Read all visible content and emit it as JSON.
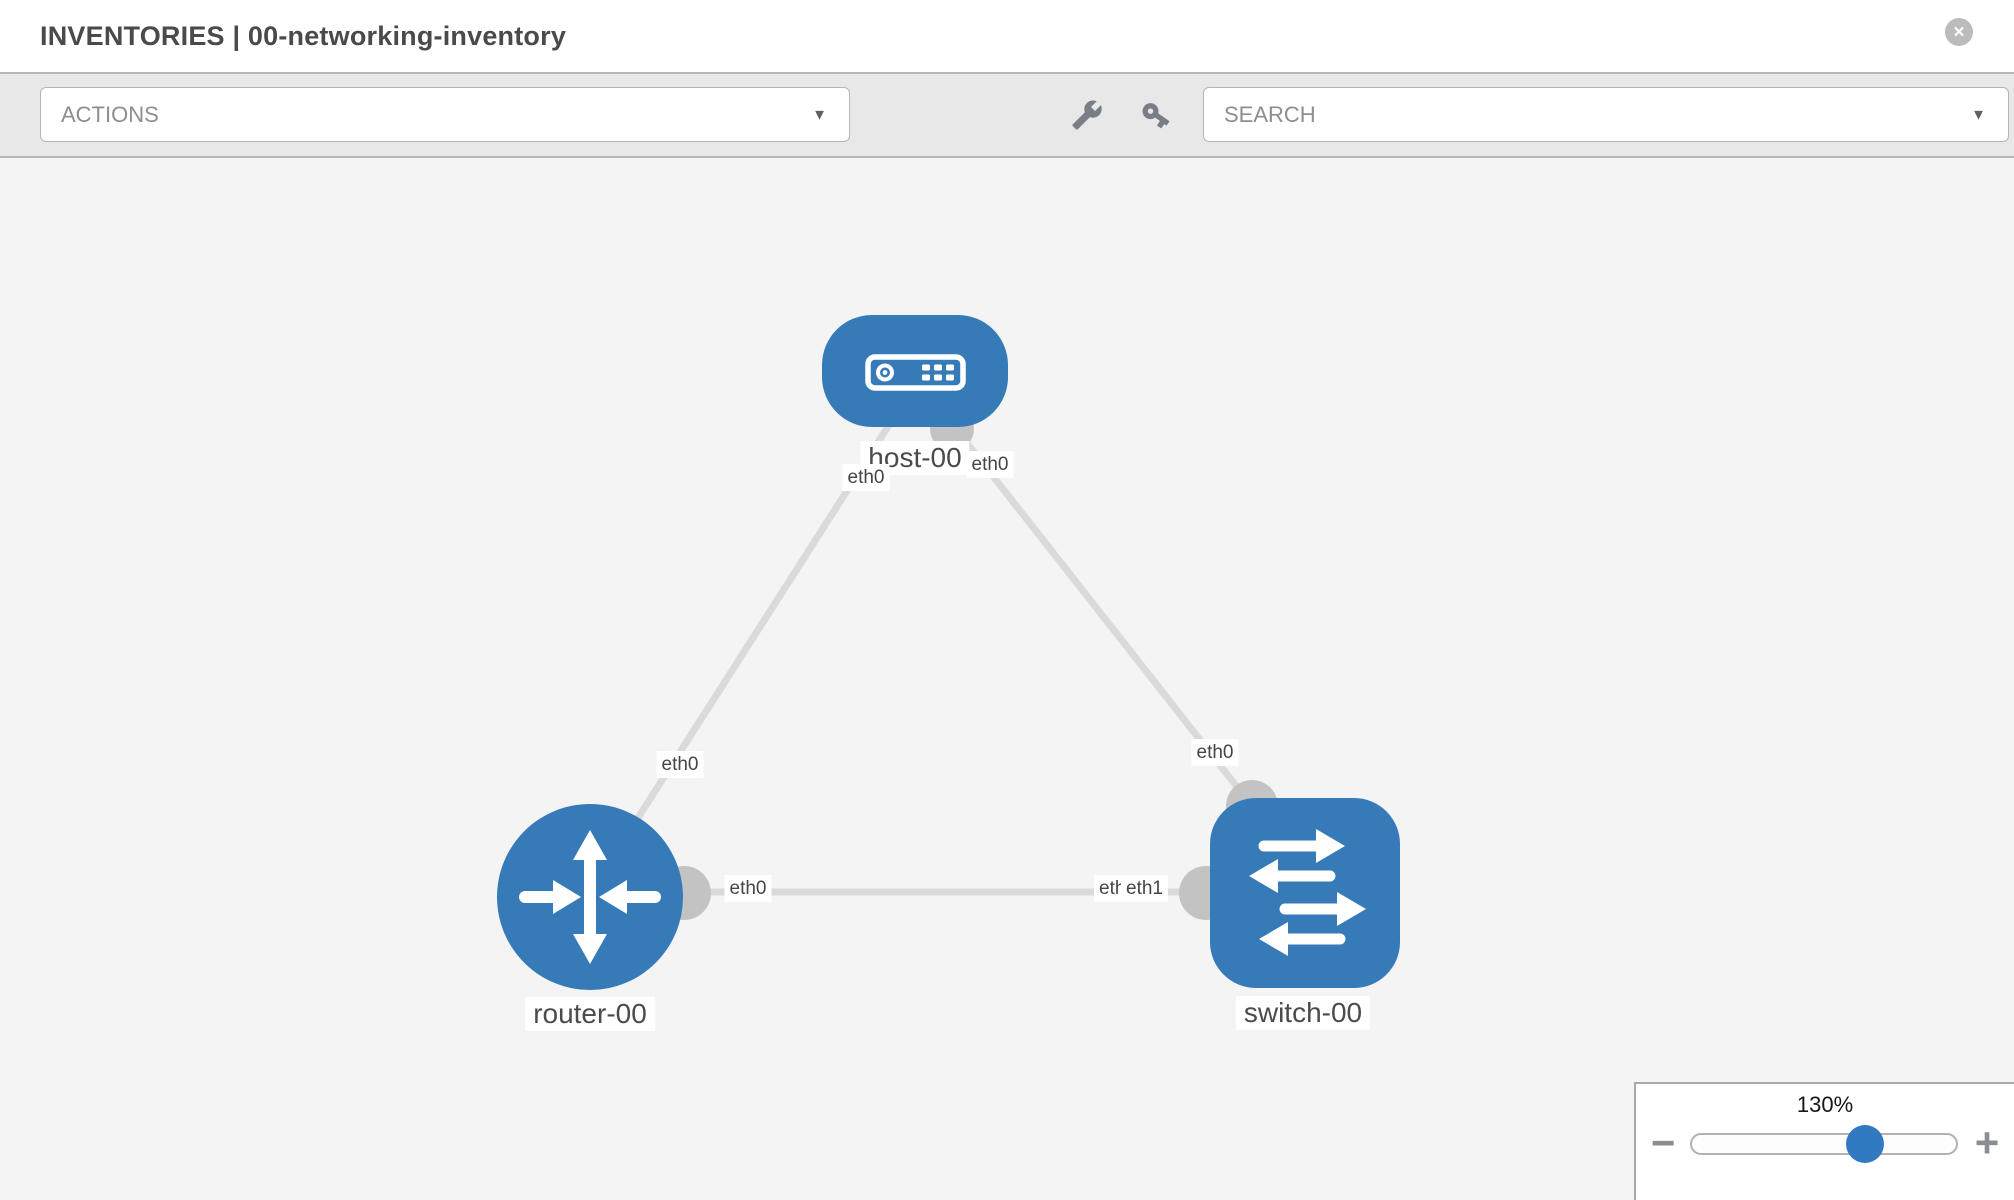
{
  "window": {
    "title": "INVENTORIES | 00-networking-inventory",
    "close_glyph": "✕"
  },
  "toolbar": {
    "actions_placeholder": "ACTIONS",
    "search_placeholder": "SEARCH",
    "caret_glyph": "▼"
  },
  "topology": {
    "nodes": [
      {
        "name": "host-00",
        "type": "host"
      },
      {
        "name": "router-00",
        "type": "router"
      },
      {
        "name": "switch-00",
        "type": "switch"
      }
    ],
    "links": [
      {
        "source": "host-00",
        "source_interface": "eth0",
        "target": "router-00",
        "target_interface": "eth0"
      },
      {
        "source": "host-00",
        "source_interface": "eth0",
        "target": "switch-00",
        "target_interface": "eth0"
      },
      {
        "source": "router-00",
        "source_interface": "eth0",
        "target": "switch-00",
        "target_interface": "eth1"
      }
    ],
    "labels": {
      "host": "host-00",
      "router": "router-00",
      "switch": "switch-00",
      "host_if_left": "eth0",
      "host_if_right": "eth0",
      "router_link_if": "eth0",
      "router_if": "eth0",
      "switch_if_back": "eth0",
      "switch_if_front": "eth1",
      "switch_link_if": "eth0"
    }
  },
  "zoom_panel": {
    "level": "130%",
    "minus_glyph": "−",
    "plus_glyph": "+"
  },
  "colors": {
    "node_blue": "#377ab8",
    "link_gray": "#dadada",
    "interface_gray": "#c3c3c3",
    "accent_thumb": "#317ac1"
  }
}
